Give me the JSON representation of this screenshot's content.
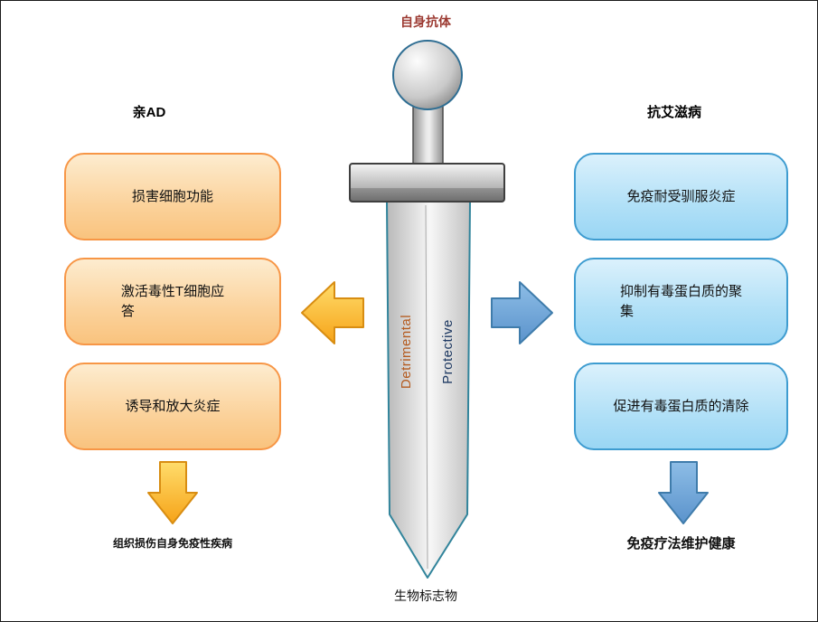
{
  "center": {
    "top_label": "自身抗体",
    "blade_left_label": "Detrimental",
    "blade_right_label": "Protective",
    "bottom_label": "生物标志物"
  },
  "left_column": {
    "heading": "亲AD",
    "boxes": [
      {
        "label": "损害细胞功能"
      },
      {
        "label": "激活毒性T细胞应\n答"
      },
      {
        "label": "诱导和放大炎症"
      }
    ],
    "outcome": "组织损伤自身免疫性疾病"
  },
  "right_column": {
    "heading": "抗艾滋病",
    "boxes": [
      {
        "label": "免疫耐受驯服炎症"
      },
      {
        "label": "抑制有毒蛋白质的聚\n集"
      },
      {
        "label": "促进有毒蛋白质的清除"
      }
    ],
    "outcome": "免疫疗法维护健康"
  },
  "colors": {
    "title_red": "#9c3a32",
    "detrimental_text": "#b45a1e",
    "protective_text": "#1f3a63",
    "orange_box_border": "#f79646",
    "orange_box_fill": "#fbd29b",
    "blue_box_border": "#3e9cd0",
    "blue_box_fill": "#b1e0f7",
    "gold_arrow": "#f6a318",
    "blue_arrow": "#5b93cc",
    "blade_outline": "#31849b"
  }
}
